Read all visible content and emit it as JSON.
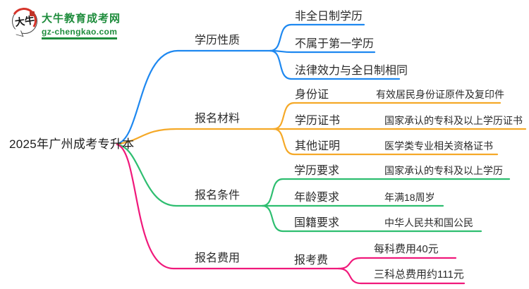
{
  "logo": {
    "icon_text": "大牛",
    "site_name": "大牛教育成考网",
    "site_url": "gz-chengkao.com",
    "brand_green": "#1e8c3c",
    "brand_red": "#d6342a"
  },
  "root": {
    "title": "2025年广州成考专升本"
  },
  "branches": [
    {
      "label": "学历性质",
      "color": "#1E88F0",
      "children": [
        {
          "label": "非全日制学历"
        },
        {
          "label": "不属于第一学历"
        },
        {
          "label": "法律效力与全日制相同"
        }
      ]
    },
    {
      "label": "报名材料",
      "color": "#F5A928",
      "children": [
        {
          "label": "身份证",
          "value": "有效居民身份证原件及复印件"
        },
        {
          "label": "学历证书",
          "value": "国家承认的专科及以上学历证书"
        },
        {
          "label": "其他证明",
          "value": "医学类专业相关资格证书"
        }
      ]
    },
    {
      "label": "报名条件",
      "color": "#2EBE70",
      "children": [
        {
          "label": "学历要求",
          "value": "国家承认的专科及以上学历"
        },
        {
          "label": "年龄要求",
          "value": "年满18周岁"
        },
        {
          "label": "国籍要求",
          "value": "中华人民共和国公民"
        }
      ]
    },
    {
      "label": "报名费用",
      "color": "#F0197B",
      "sub_label": "报考费",
      "children": [
        {
          "label": "每科费用40元"
        },
        {
          "label": "三科总费用约111元"
        }
      ]
    }
  ]
}
